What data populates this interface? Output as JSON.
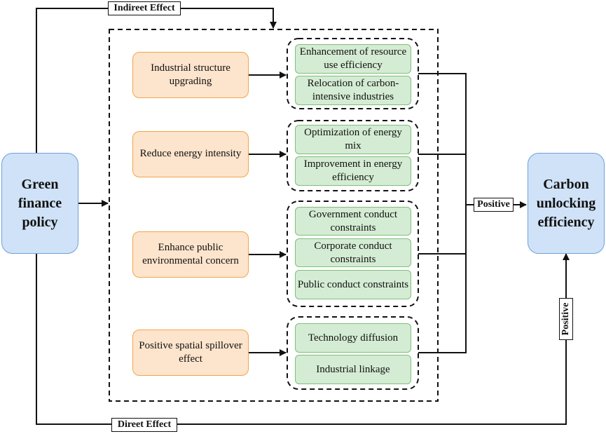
{
  "left_node": {
    "label": "Green finance policy"
  },
  "right_node": {
    "label": "Carbon unlocking efficiency"
  },
  "indirect_label": "Indireet Effect",
  "direct_label": "Direet Effect",
  "positive_label_1": "Positive",
  "positive_label_2": "Positive",
  "mechanisms": [
    {
      "label": "Industrial structure upgrading",
      "outcomes": [
        "Enhancement of resource use efficiency",
        "Relocation of carbon-intensive industries"
      ]
    },
    {
      "label": "Reduce energy intensity",
      "outcomes": [
        "Optimization of energy mix",
        "Improvement in energy efficiency"
      ]
    },
    {
      "label": "Enhance public environmental concern",
      "outcomes": [
        "Government conduct constraints",
        "Corporate conduct constraints",
        "Public conduct constraints"
      ]
    },
    {
      "label": "Positive spatial spillover effect",
      "outcomes": [
        "Technology diffusion",
        "Industrial linkage"
      ]
    }
  ],
  "colors": {
    "blue_fill": "#cfe2f7",
    "orange_fill": "#fde4cc",
    "green_fill": "#d4ecd3"
  }
}
